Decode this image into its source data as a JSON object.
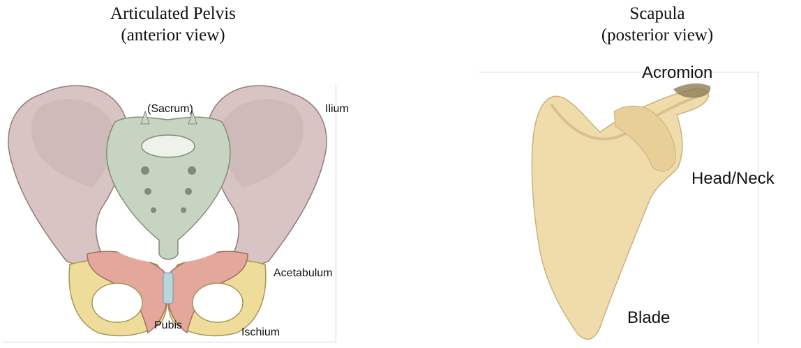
{
  "panels": {
    "pelvis": {
      "title_line1": "Articulated Pelvis",
      "title_line2": "(anterior view)",
      "labels": {
        "sacrum": "(Sacrum)",
        "ilium": "Ilium",
        "acetabulum": "Acetabulum",
        "pubis": "Pubis",
        "ischium": "Ischium"
      }
    },
    "scapula": {
      "title_line1": "Scapula",
      "title_line2": "(posterior view)",
      "labels": {
        "acromion": "Acromion",
        "head_neck": "Head/Neck",
        "blade": "Blade"
      }
    }
  },
  "colors": {
    "ilium": "#d8c5c3",
    "sacrum": "#c8d4c2",
    "pubis": "#e3a79b",
    "ischium": "#eedd9a",
    "symphysis": "#b9d6dc",
    "scapula": "#f0dcab"
  }
}
